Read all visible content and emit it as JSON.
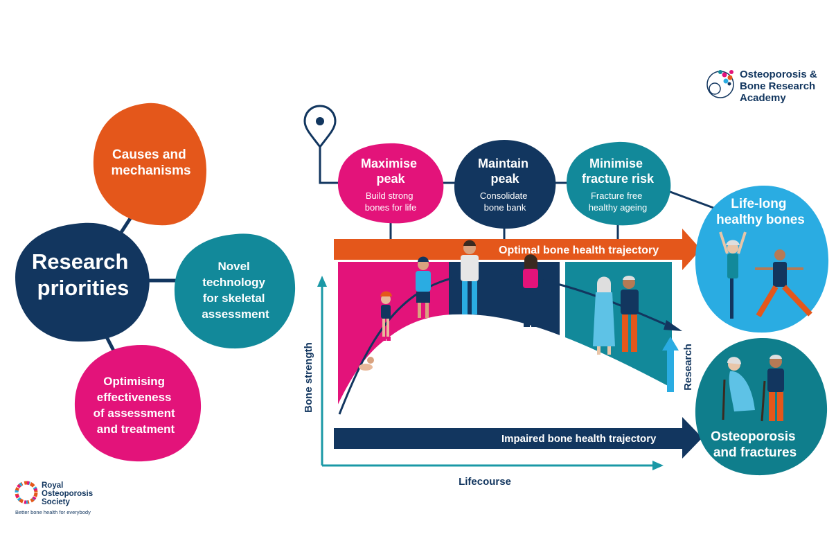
{
  "colors": {
    "navy": "#12365f",
    "orange": "#e4571b",
    "teal": "#12899a",
    "magenta": "#e3137a",
    "cyan": "#2aace2",
    "dark_teal": "#0f7e8c",
    "axis_teal": "#1a98a6"
  },
  "research_priorities": {
    "center": [
      "Research",
      "priorities"
    ],
    "causes": [
      "Causes and",
      "mechanisms"
    ],
    "novel": [
      "Novel",
      "technology",
      "for skeletal",
      "assessment"
    ],
    "optimising": [
      "Optimising",
      "effectiveness",
      "of assessment",
      "and treatment"
    ]
  },
  "stages": {
    "maximise": {
      "title": [
        "Maximise",
        "peak"
      ],
      "desc": [
        "Build strong",
        "bones for life"
      ]
    },
    "maintain": {
      "title": [
        "Maintain",
        "peak"
      ],
      "desc": [
        "Consolidate",
        "bone bank"
      ]
    },
    "minimise": {
      "title": [
        "Minimise",
        "fracture risk"
      ],
      "desc": [
        "Fracture free",
        "healthy ageing"
      ]
    }
  },
  "trajectories": {
    "optimal": "Optimal bone health trajectory",
    "impaired": "Impaired bone health trajectory"
  },
  "outcomes": {
    "healthy": [
      "Life-long",
      "healthy bones"
    ],
    "osteo": [
      "Osteoporosis",
      "and fractures"
    ]
  },
  "axes": {
    "y_label": "Bone strength",
    "x_label": "Lifecourse",
    "research_label": "Research"
  },
  "logos": {
    "academy": [
      "Osteoporosis &",
      "Bone Research",
      "Academy"
    ],
    "ros": [
      "Royal",
      "Osteoporosis",
      "Society"
    ],
    "ros_tagline": "Better bone health for everybody"
  },
  "icons": {
    "location_pin": "location-pin-icon",
    "academy_logo": "academy-logo-icon",
    "ros_logo": "ros-logo-icon"
  }
}
